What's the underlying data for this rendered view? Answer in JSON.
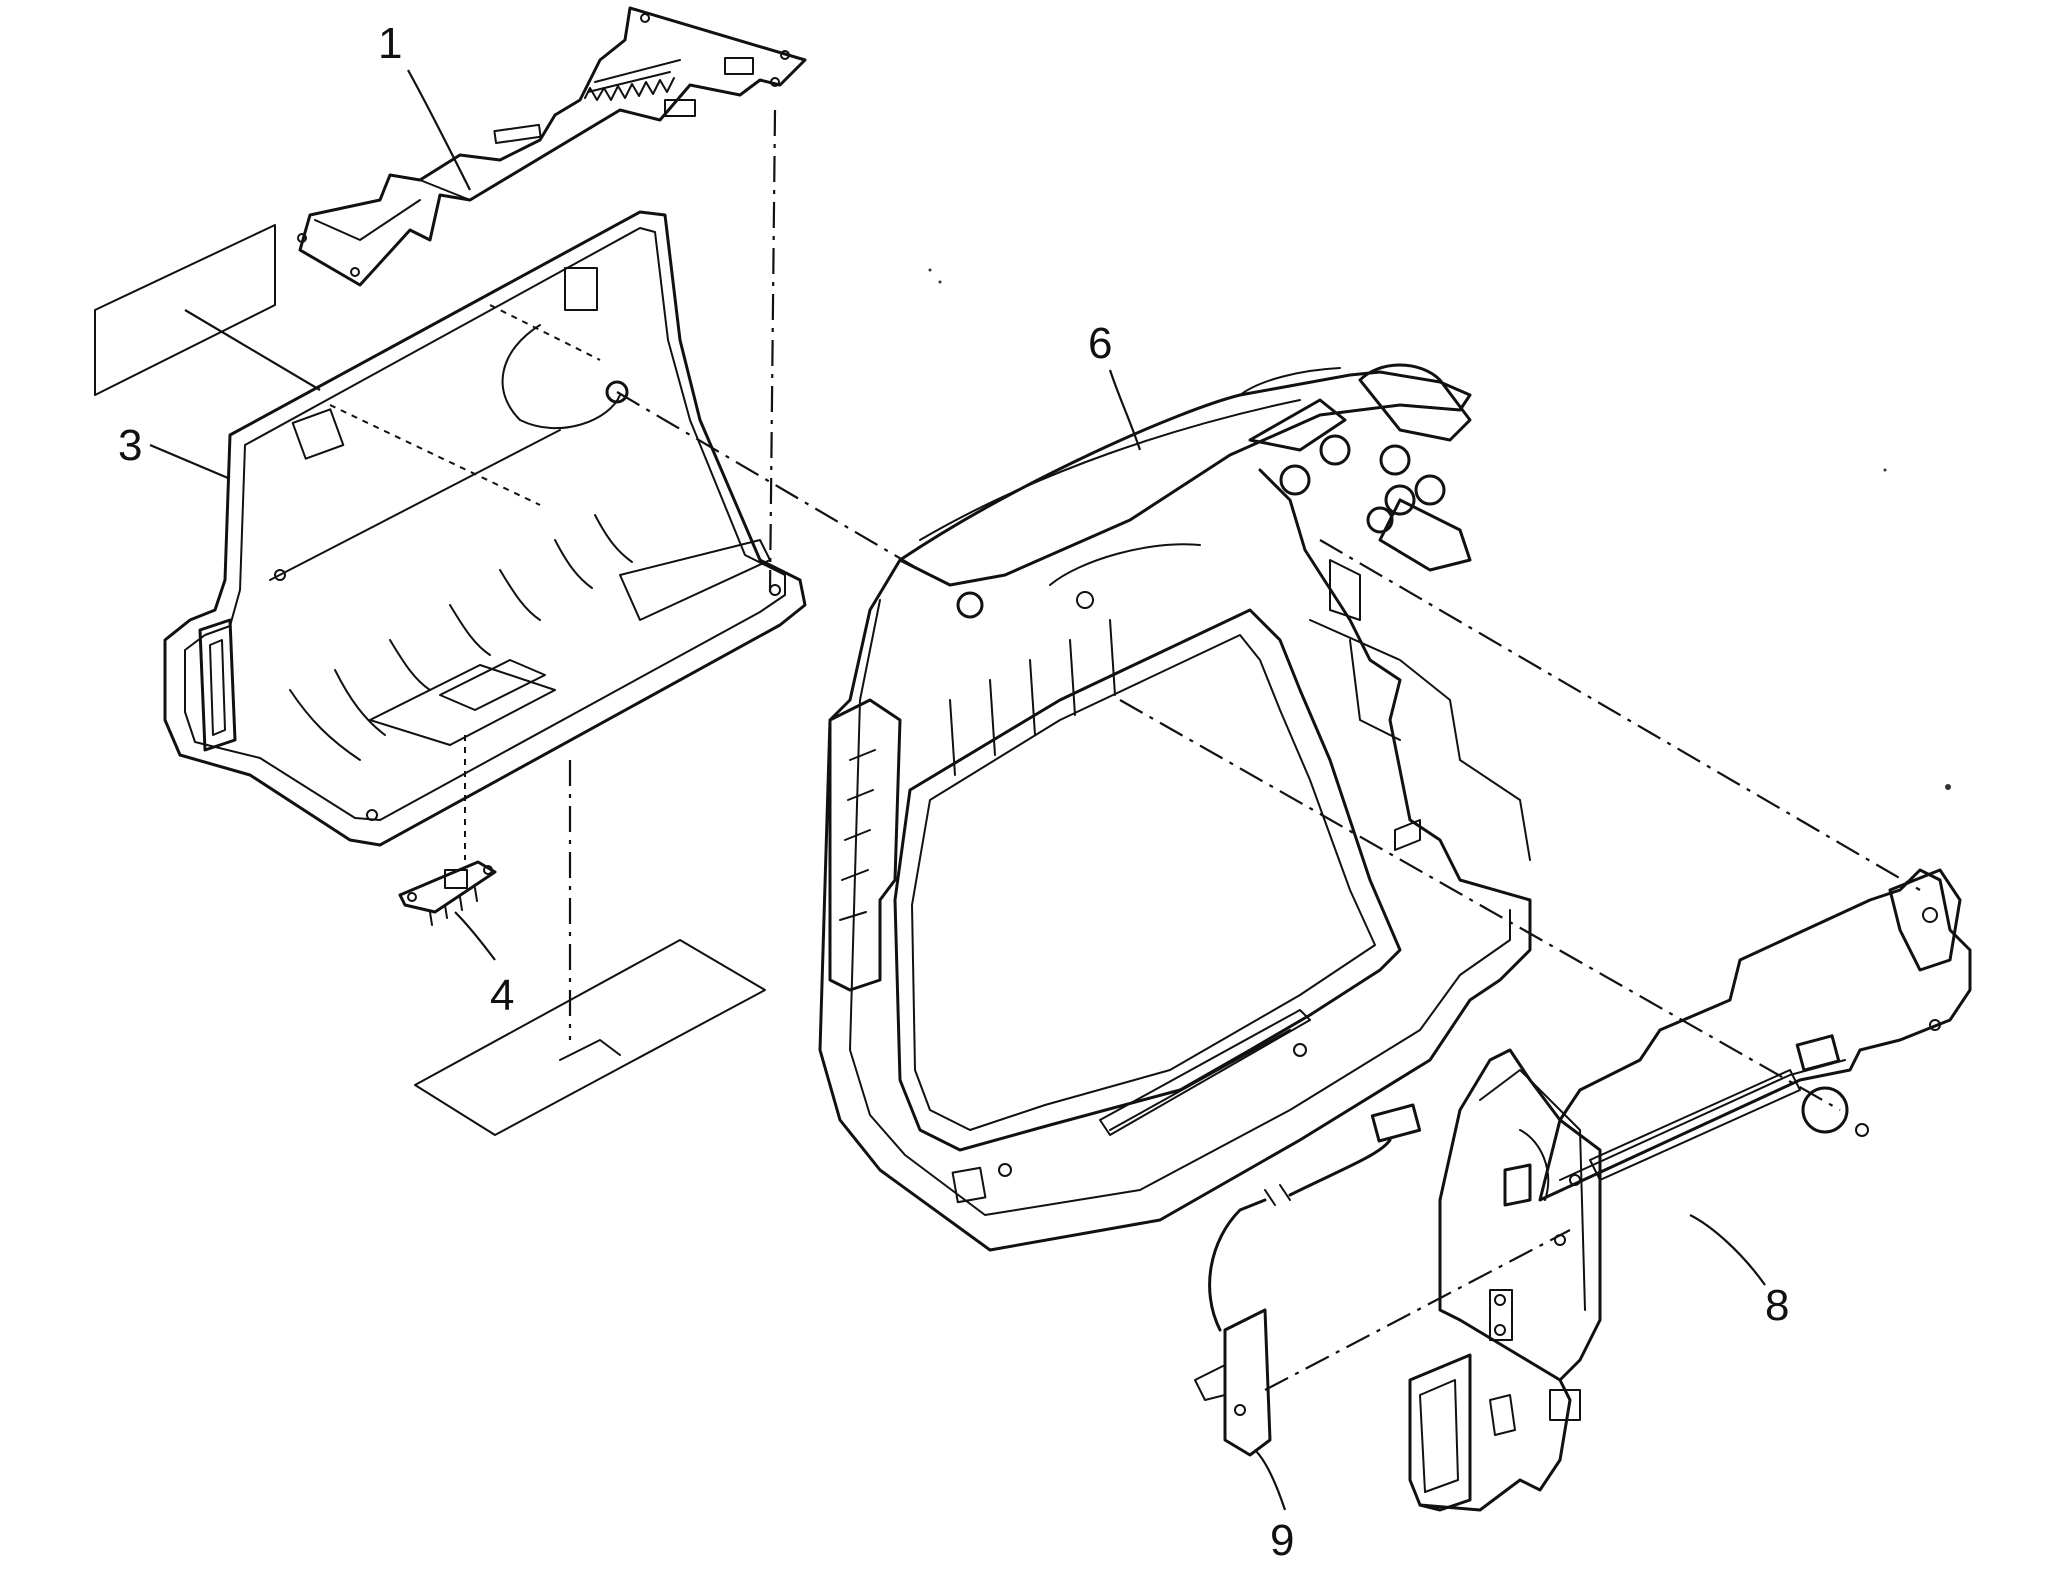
{
  "diagram": {
    "type": "exploded-parts-view",
    "callouts": [
      {
        "id": "c1",
        "label": "1"
      },
      {
        "id": "c3",
        "label": "3"
      },
      {
        "id": "c4",
        "label": "4"
      },
      {
        "id": "c6",
        "label": "6"
      },
      {
        "id": "c8",
        "label": "8"
      },
      {
        "id": "c9",
        "label": "9"
      }
    ]
  }
}
